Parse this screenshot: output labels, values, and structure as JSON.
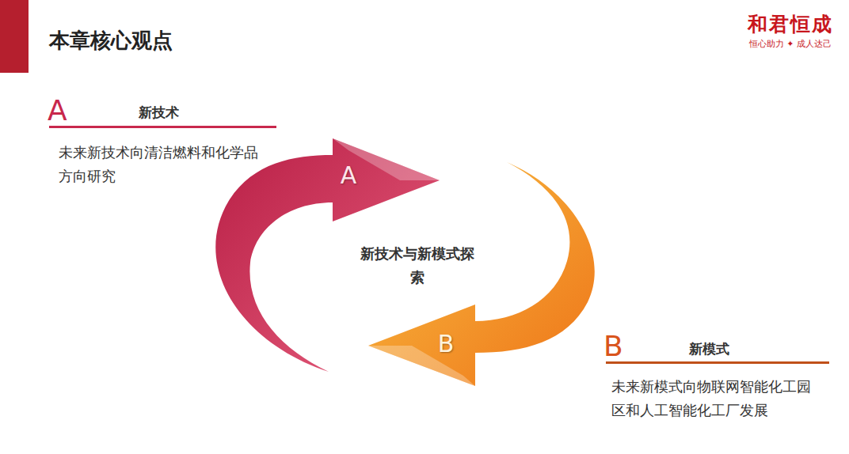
{
  "diagram": {
    "title": "本章核心观点",
    "nodes": [
      {
        "text": [
          "A"
        ]
      },
      {
        "text": [
          "B"
        ]
      }
    ],
    "labels": [
      "和君恒成",
      "恒心助力 ✦ 成人达己",
      "A",
      "新技术",
      "未来新技术向清洁燃料和化学品方向研究",
      "新技术与新模式探索",
      "B",
      "新模式",
      "未来新模式向物联网智能化工园区和人工智能化工厂发展"
    ]
  }
}
